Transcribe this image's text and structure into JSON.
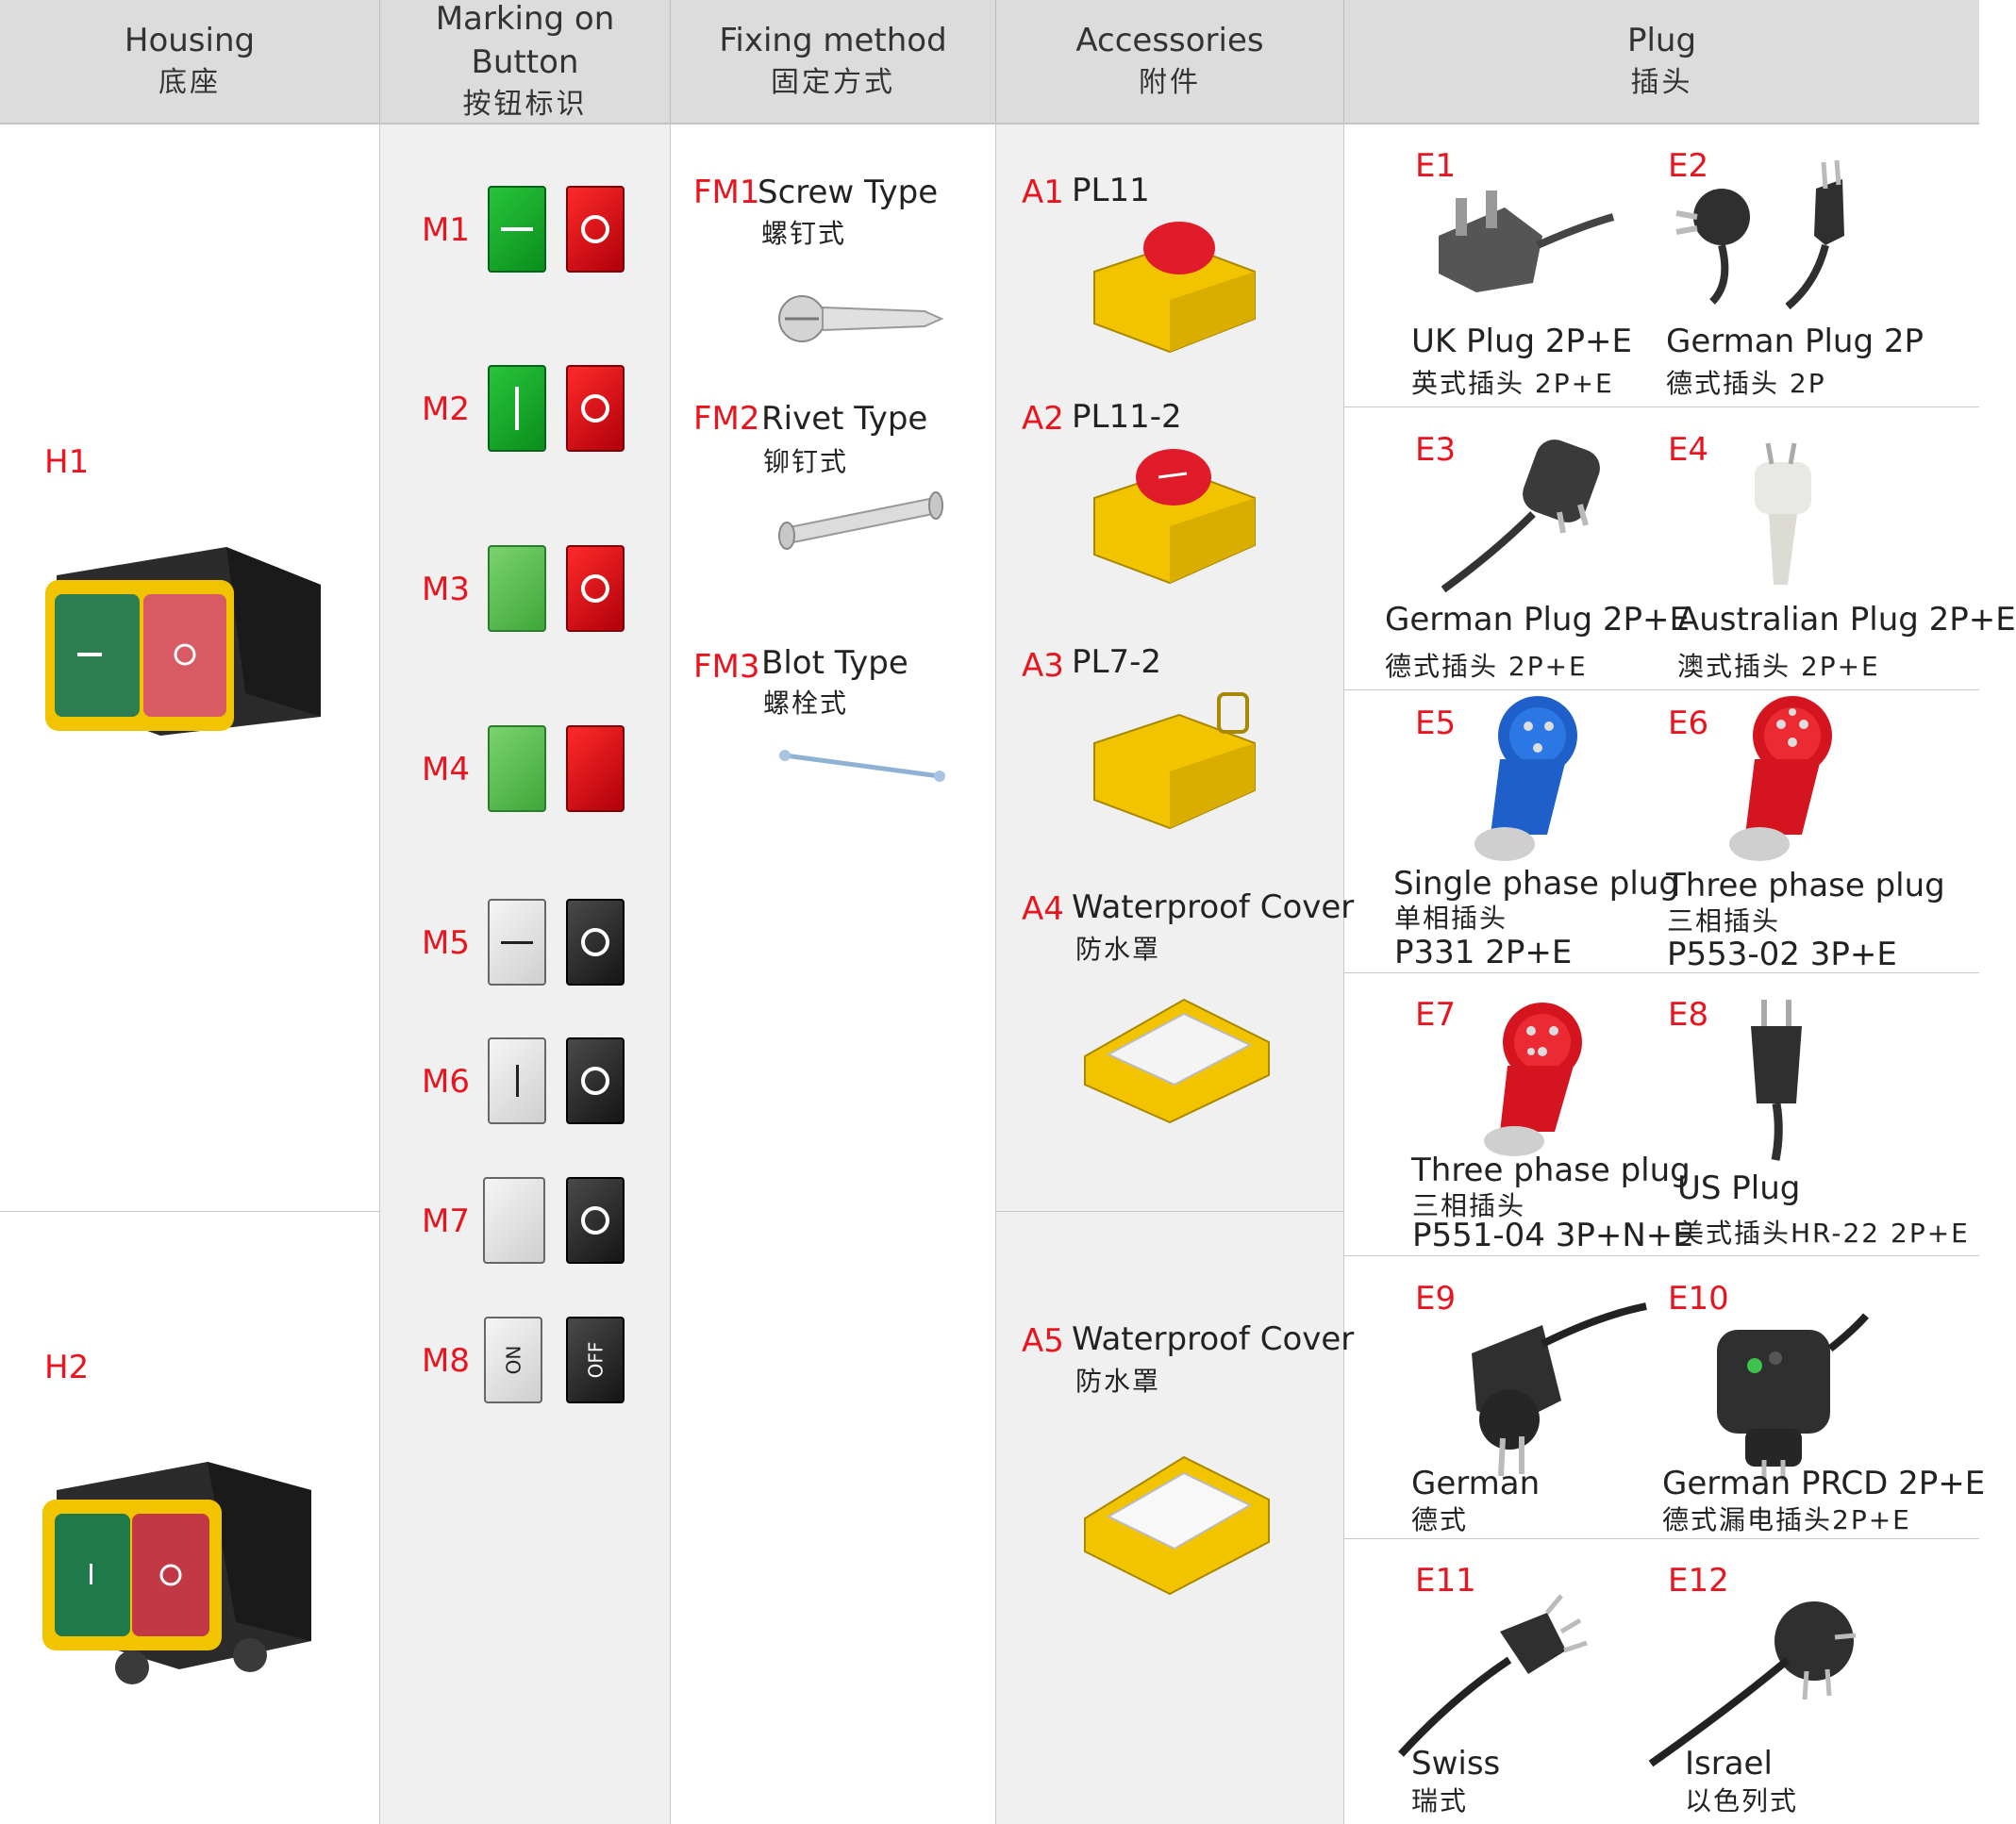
{
  "header": {
    "housing": {
      "en": "Housing",
      "cn": "底座"
    },
    "marking": {
      "en": "Marking on Button",
      "cn": "按钮标识"
    },
    "fixing": {
      "en": "Fixing method",
      "cn": "固定方式"
    },
    "accessories": {
      "en": "Accessories",
      "cn": "附件"
    },
    "plug": {
      "en": "Plug",
      "cn": "插头"
    }
  },
  "housing": [
    {
      "code": "H1"
    },
    {
      "code": "H2"
    }
  ],
  "markings": [
    {
      "code": "M1"
    },
    {
      "code": "M2"
    },
    {
      "code": "M3"
    },
    {
      "code": "M4"
    },
    {
      "code": "M5"
    },
    {
      "code": "M6"
    },
    {
      "code": "M7"
    },
    {
      "code": "M8",
      "on": "ON",
      "off": "OFF"
    }
  ],
  "fixing": [
    {
      "code": "FM1",
      "en": "Screw Type",
      "cn": "螺钉式"
    },
    {
      "code": "FM2",
      "en": "Rivet Type",
      "cn": "铆钉式"
    },
    {
      "code": "FM3",
      "en": "Blot Type",
      "cn": "螺栓式"
    }
  ],
  "accessories": [
    {
      "code": "A1",
      "en": "PL11"
    },
    {
      "code": "A2",
      "en": "PL11-2"
    },
    {
      "code": "A3",
      "en": "PL7-2"
    },
    {
      "code": "A4",
      "en": "Waterproof Cover",
      "cn": "防水罩"
    },
    {
      "code": "A5",
      "en": "Waterproof Cover",
      "cn": "防水罩"
    }
  ],
  "plugs": [
    {
      "code": "E1",
      "l1": "UK Plug 2P+E",
      "l2": "英式插头 2P+E"
    },
    {
      "code": "E2",
      "l1": "German Plug 2P",
      "l2": "德式插头 2P"
    },
    {
      "code": "E3",
      "l1": "German Plug 2P+E",
      "l2": "德式插头 2P+E"
    },
    {
      "code": "E4",
      "l1": "Australian Plug 2P+E",
      "l2": "澳式插头 2P+E"
    },
    {
      "code": "E5",
      "l1": "Single phase plug",
      "l2": "单相插头",
      "l3": "P331  2P+E"
    },
    {
      "code": "E6",
      "l1": "Three phase plug",
      "l2": "三相插头",
      "l3": "P553-02 3P+E"
    },
    {
      "code": "E7",
      "l1": "Three phase plug",
      "l2": "三相插头",
      "l3": "P551-04 3P+N+E"
    },
    {
      "code": "E8",
      "l1": "US Plug",
      "l2": "美式插头HR-22 2P+E"
    },
    {
      "code": "E9",
      "l1": "German",
      "l2": "德式"
    },
    {
      "code": "E10",
      "l1": "German PRCD 2P+E",
      "l2": "德式漏电插头2P+E"
    },
    {
      "code": "E11",
      "l1": "Swiss",
      "l2": "瑞式"
    },
    {
      "code": "E12",
      "l1": "Israel",
      "l2": "以色列式"
    }
  ],
  "colors": {
    "accent_red": "#e8141e",
    "header_bg": "#dcdcdc",
    "yellow": "#f2c400"
  }
}
